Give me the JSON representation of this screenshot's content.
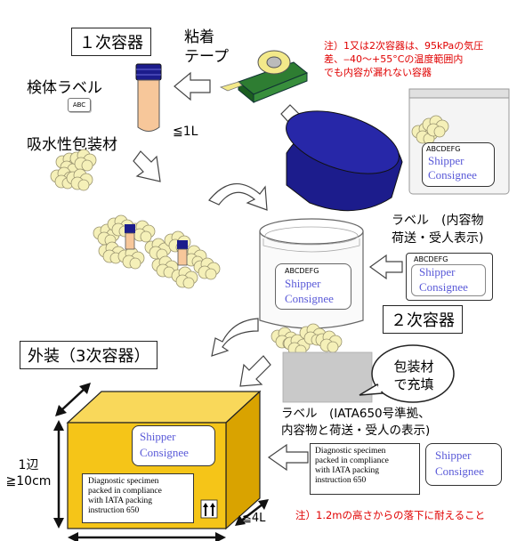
{
  "primary": {
    "title": "１次容器",
    "tape_label_line1": "粘着",
    "tape_label_line2": "テープ",
    "specimen_label": "検体ラベル",
    "abc_tag": "ABC",
    "absorbent": "吸水性包装材",
    "volume_limit": "≦1L"
  },
  "note1": {
    "line1": "注）1又は2次容器は、95kPaの気圧",
    "line2": "差、‒40～+55°Cの温度範囲内",
    "line3": "でも内容が漏れない容器"
  },
  "secondary": {
    "title": "２次容器",
    "label_caption_line1": "ラベル　(内容物",
    "label_caption_line2": "荷送・受人表示)",
    "abcdefg": "ABCDEFG",
    "shipper": "Shipper",
    "consignee": "Consignee"
  },
  "outer": {
    "title": "外装（3次容器）",
    "bubble_line1": "包装材",
    "bubble_line2": "で充填",
    "label_caption_line1": "ラベル　(IATA650号準拠、",
    "label_caption_line2": "内容物と荷送・受人の表示)",
    "side_line1": "1辺",
    "side_line2": "≧10cm",
    "volume_limit": "≦4L",
    "diag_line1": "Diagnostic specimen",
    "diag_line2": "packed in compliance",
    "diag_line3": "with IATA packing",
    "diag_line4": "instruction 650",
    "shipper": "Shipper",
    "consignee": "Consignee"
  },
  "note2": "注）1.2mの高さからの落下に耐えること",
  "colors": {
    "box_front": "#f5c518",
    "box_top": "#f9d85a",
    "box_side": "#d9a300",
    "lid": "#1c1c8c",
    "tube": "#f7c79a",
    "cloud": "#f5f0b8",
    "note_red": "#e00000",
    "label_blue": "#5a5ad8"
  },
  "icons": [
    "tape-dispenser-icon",
    "test-tube-icon",
    "absorbent-cloud-icon",
    "curved-arrow-icon",
    "block-arrow-icon",
    "this-way-up-icon"
  ]
}
